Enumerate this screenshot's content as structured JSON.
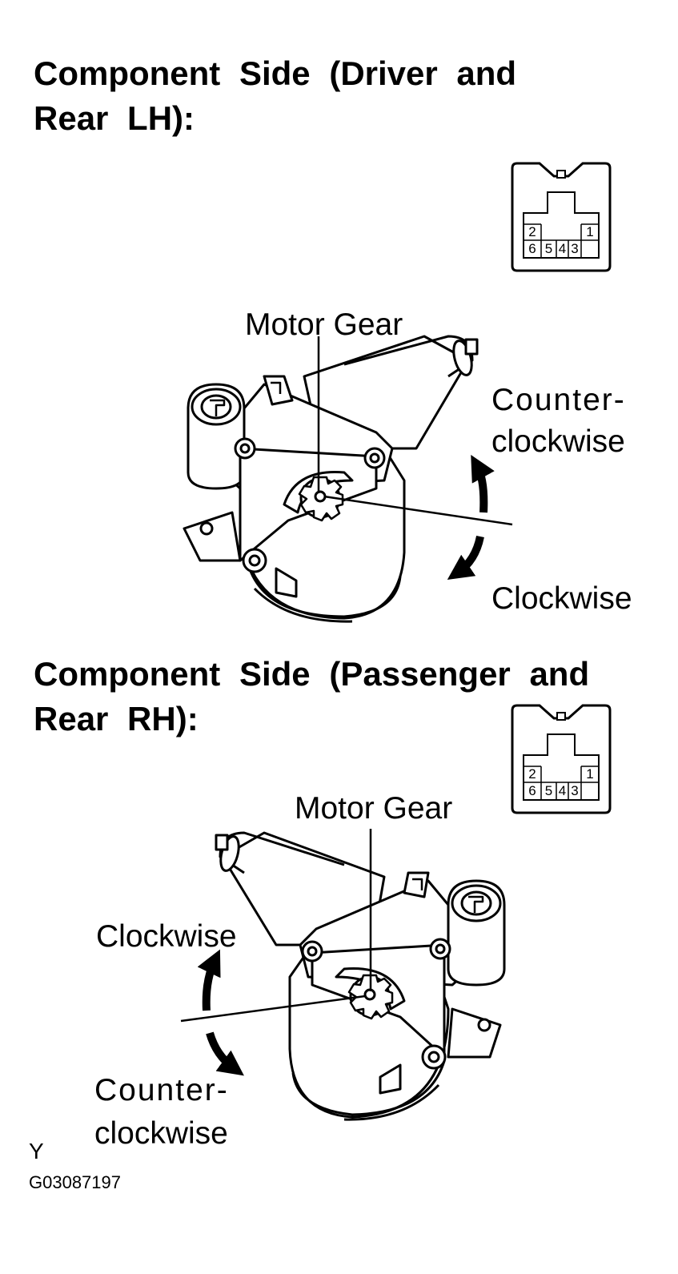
{
  "sections": [
    {
      "heading_line1": "Component  Side  (Driver  and",
      "heading_line2": "Rear  LH):",
      "gear_label": "Motor Gear",
      "top_label_line1": "Counter-",
      "top_label_line2": "clockwise",
      "bottom_label": "Clockwise",
      "connector_pins": [
        "2",
        "1",
        "6",
        "5",
        "4",
        "3"
      ]
    },
    {
      "heading_line1": "Component  Side  (Passenger  and",
      "heading_line2": "Rear RH):",
      "gear_label": "Motor Gear",
      "top_label": "Clockwise",
      "bottom_label_line1": "Counter-",
      "bottom_label_line2": "clockwise",
      "connector_pins": [
        "2",
        "1",
        "6",
        "5",
        "4",
        "3"
      ]
    }
  ],
  "footer": {
    "letter": "Y",
    "figure_code": "G03087197"
  }
}
